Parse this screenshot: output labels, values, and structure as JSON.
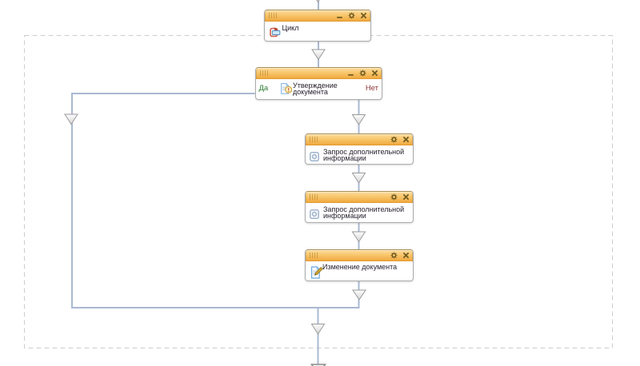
{
  "app": {
    "name": "workflow-route-scheme-editor",
    "background": "#ffffff"
  },
  "colors": {
    "block_title_gradient_top": "#fcd99b",
    "block_title_gradient_bottom": "#f1a93f",
    "block_border": "#adadad",
    "connector_line": "#a9b9d1",
    "arrowhead_stroke": "#9a9a9a",
    "arrowhead_fill": "#e9e9e9",
    "loop_region_dashed_border": "#cdcdcd",
    "yes_label": "#2e7d32",
    "no_label": "#8e3538",
    "block_label_text": "#241d2b",
    "title_button_glyph": "#6d5a20"
  },
  "loop_region": {
    "name": "loop-body-region"
  },
  "blocks": [
    {
      "id": "loop",
      "label": "Цикл",
      "icon": "loop-icon",
      "title_buttons": [
        "minimize-icon",
        "settings-icon",
        "close-icon"
      ]
    },
    {
      "id": "approve-document",
      "label": "Утверждение документа",
      "icon": "approve-document-icon",
      "yes_label": "Да",
      "no_label": "Нет",
      "title_buttons": [
        "minimize-icon",
        "settings-icon",
        "close-icon"
      ]
    },
    {
      "id": "request-additional-info-1",
      "label": "Запрос дополнительной информации",
      "icon": "task-icon",
      "title_buttons": [
        "settings-icon",
        "close-icon"
      ]
    },
    {
      "id": "request-additional-info-2",
      "label": "Запрос дополнительной информации",
      "icon": "task-icon",
      "title_buttons": [
        "settings-icon",
        "close-icon"
      ]
    },
    {
      "id": "edit-document",
      "label": "Изменение документа",
      "icon": "edit-document-icon",
      "title_buttons": [
        "settings-icon",
        "close-icon"
      ]
    }
  ]
}
